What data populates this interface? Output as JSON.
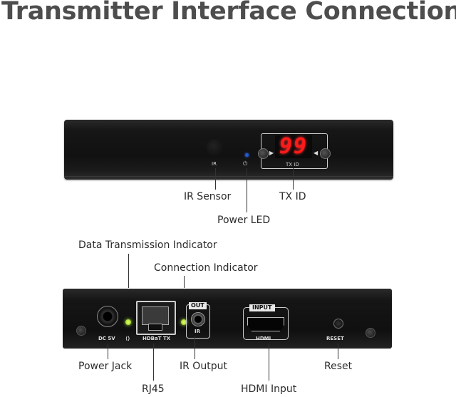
{
  "title": "Transmitter Interface Connection",
  "front_panel": {
    "ir_label": "IR",
    "power_symbol": "⏻",
    "tx_id_display": "99",
    "tx_id_label": "TX ID",
    "led_color": "#1e5bd9",
    "display_color": "#ff1a1a"
  },
  "rear_panel": {
    "dc_label": "DC 5V",
    "link_symbol": "⟨⟩",
    "hdbt_label": "HDBaT TX",
    "ir_out_tag": "OUT",
    "ir_label": "IR",
    "input_tag": "INPUT",
    "hdmi_label": "HDMI",
    "reset_label": "RESET",
    "led_color": "#a8e02a"
  },
  "callouts": {
    "ir_sensor": "IR Sensor",
    "power_led": "Power LED",
    "tx_id": "TX ID",
    "data_transmission": "Data Transmission Indicator",
    "connection_indicator": "Connection Indicator",
    "power_jack": "Power Jack",
    "rj45": "RJ45",
    "ir_output": "IR Output",
    "hdmi_input": "HDMI Input",
    "reset": "Reset"
  },
  "icons": [
    "ir-sensor-icon",
    "power-icon",
    "chevron-left-icon",
    "chevron-right-icon",
    "screw-icon"
  ]
}
